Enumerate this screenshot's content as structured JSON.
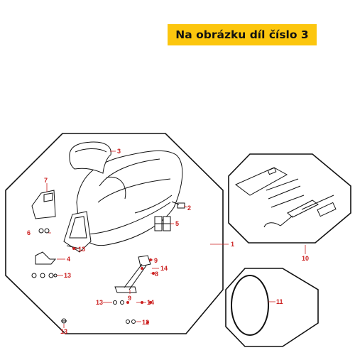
{
  "banner": {
    "text": "Na obrázku díl číslo 3"
  },
  "callouts": {
    "c1": "1",
    "c2": "2",
    "c3": "3",
    "c4": "4",
    "c5": "5",
    "c6": "6",
    "c7": "7",
    "c8": "8",
    "c9a": "9",
    "c9b": "9",
    "c10": "10",
    "c11": "11",
    "c12": "12",
    "c13a": "13",
    "c13b": "13",
    "c13c": "13",
    "c13d": "13",
    "c14a": "14",
    "c14b": "14"
  },
  "colors": {
    "banner": "#fcc60e",
    "callout": "#cc2020",
    "ink": "#111111"
  }
}
